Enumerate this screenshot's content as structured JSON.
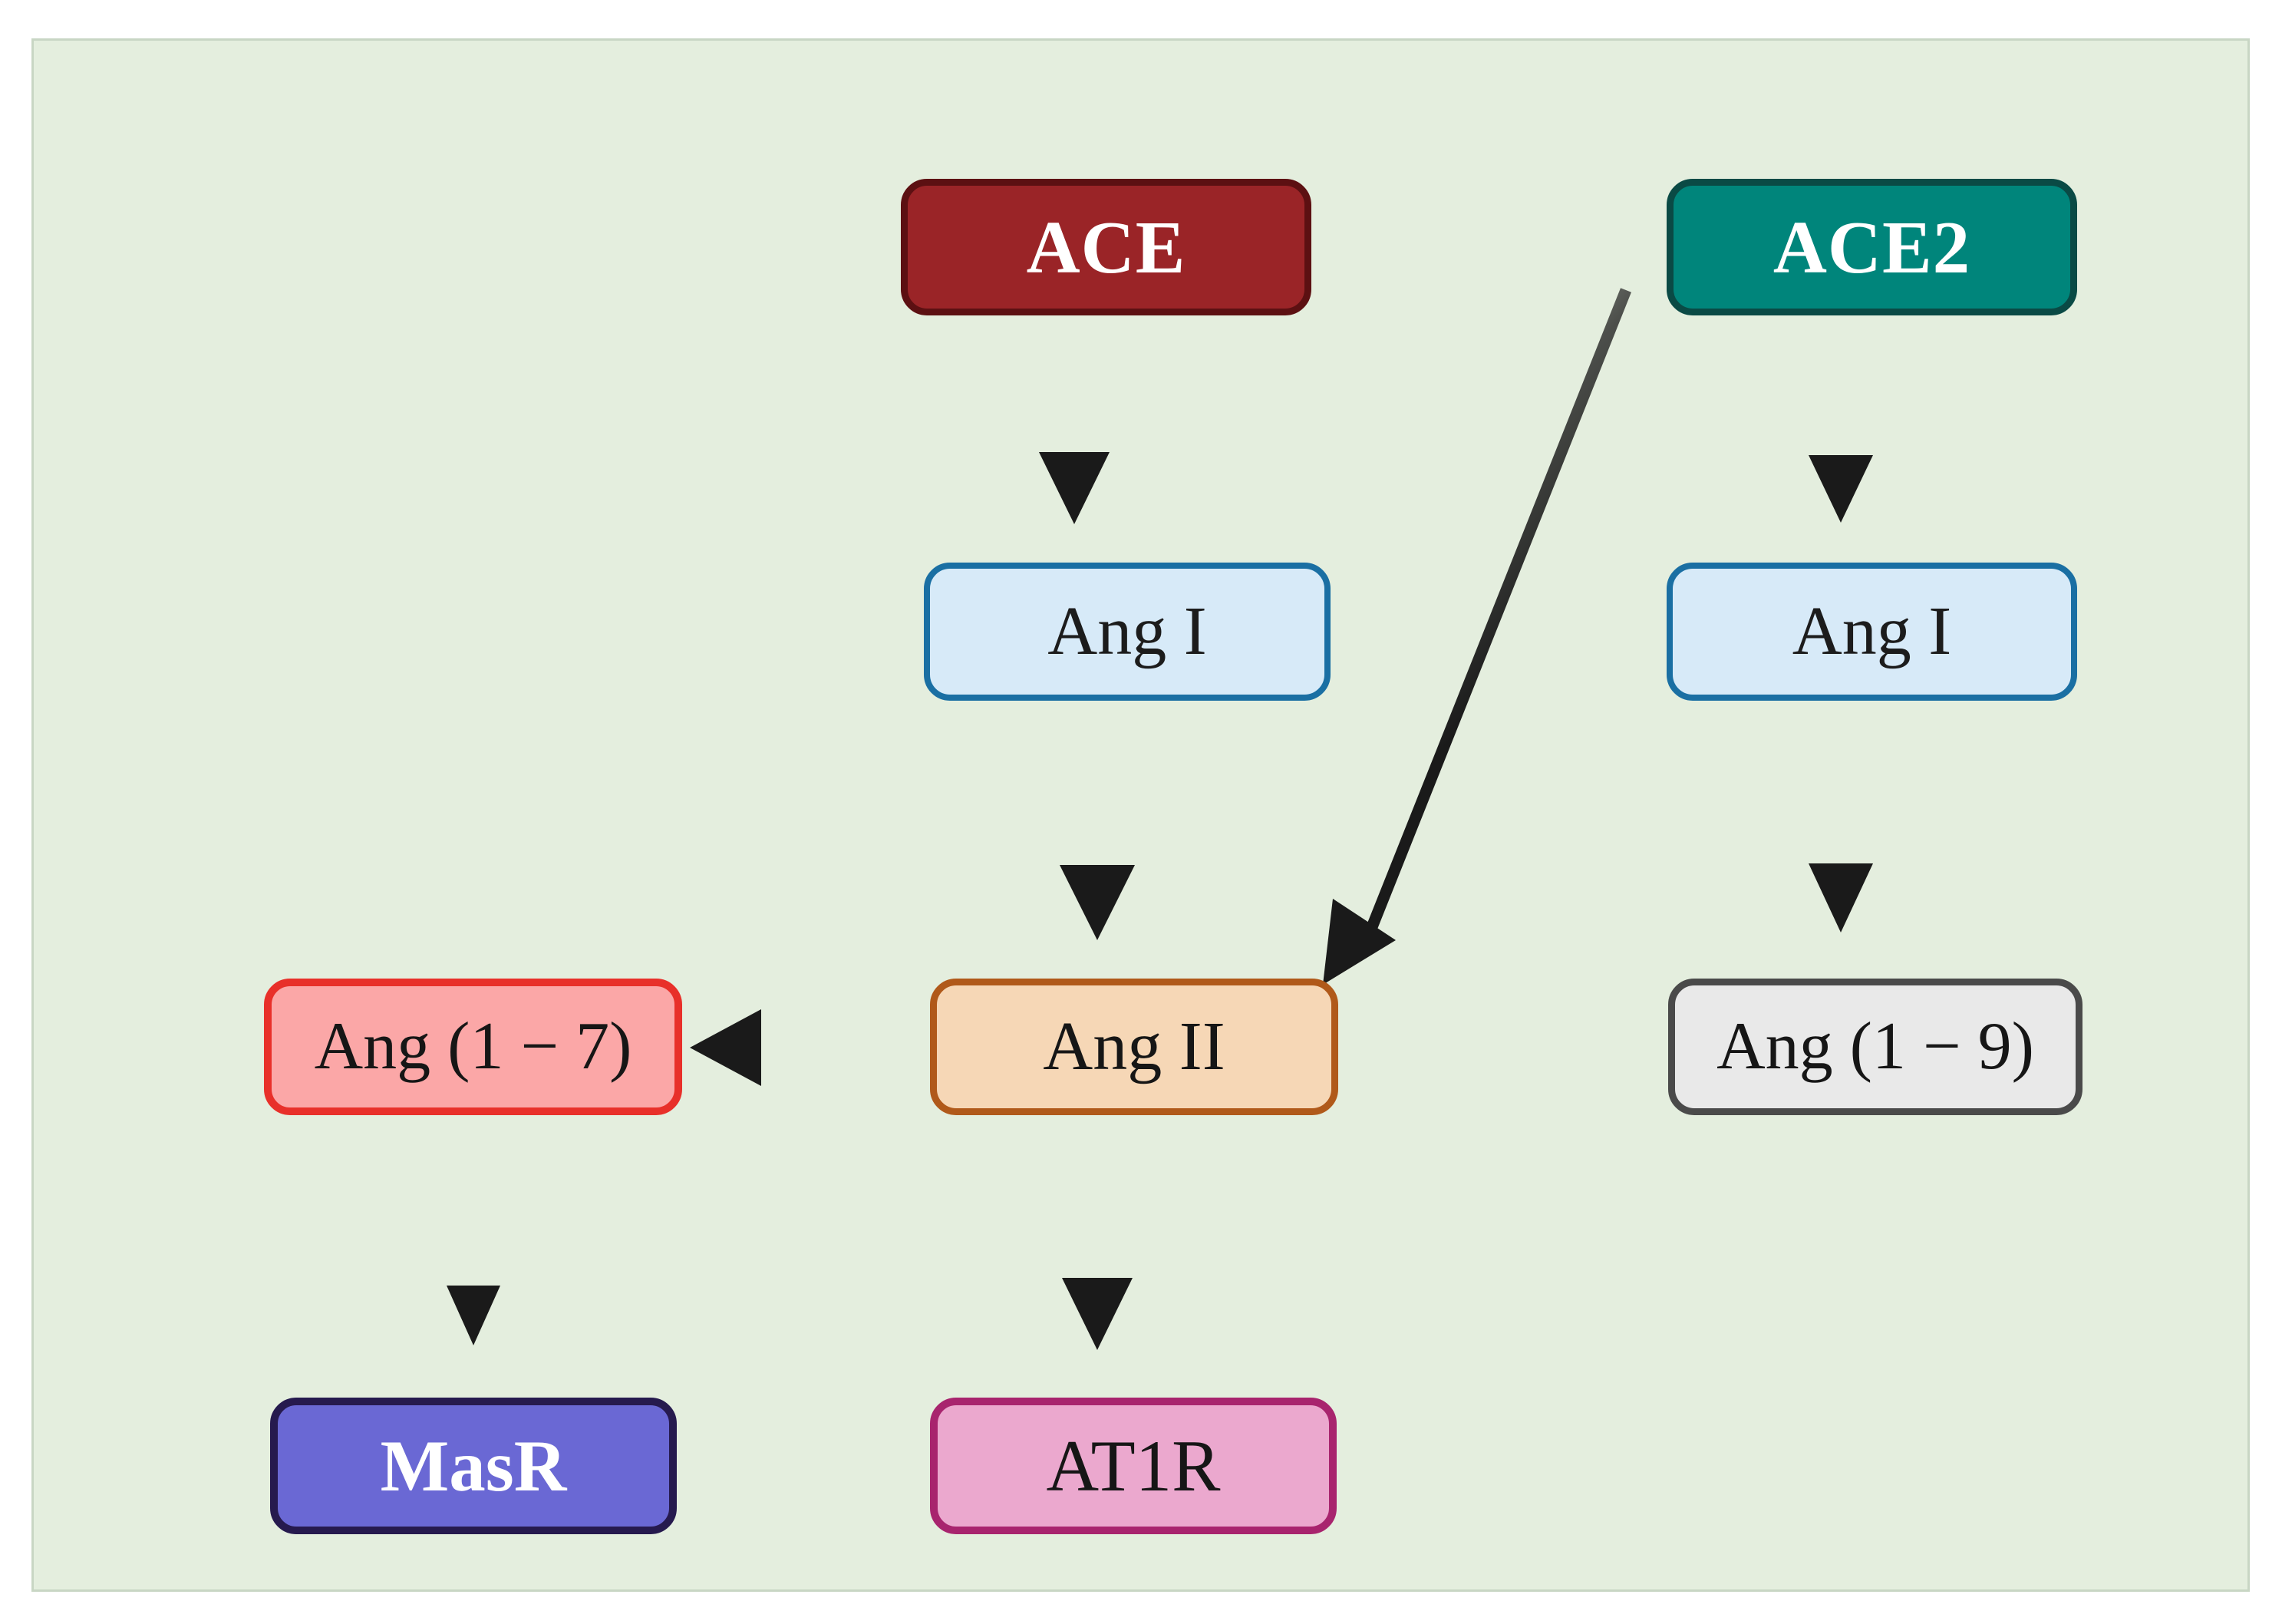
{
  "figure": {
    "title": "Renin-angiotensin system ACE / ACE2 pathway diagram",
    "background_color": "#E4EEDE",
    "frame_color": "#C8D6C4"
  },
  "nodes": {
    "ace": {
      "label": "ACE",
      "fill": "#9A2427",
      "stroke": "#5C1012",
      "text_color": "#FFFFFF"
    },
    "ace2": {
      "label": "ACE2",
      "fill": "#00857B",
      "stroke": "#0A4A45",
      "text_color": "#FFFFFF"
    },
    "ang_i_left": {
      "label": "Ang I",
      "fill": "#D7EAF8",
      "stroke": "#1A6FA3",
      "text_color": "#1C1C1C"
    },
    "ang_i_right": {
      "label": "Ang I",
      "fill": "#D7EAF8",
      "stroke": "#1A6FA3",
      "text_color": "#1C1C1C"
    },
    "ang_ii": {
      "label": "Ang II",
      "fill": "#F6D7B6",
      "stroke": "#B0591A",
      "text_color": "#161616"
    },
    "ang_1_7": {
      "label": "Ang (1 − 7)",
      "fill": "#FBA7A7",
      "stroke": "#E8302A",
      "text_color": "#161616"
    },
    "ang_1_9": {
      "label": "Ang (1 − 9)",
      "fill": "#E9E9E9",
      "stroke": "#4A4A4A",
      "text_color": "#161616"
    },
    "masr": {
      "label": "MasR",
      "fill": "#6A68D4",
      "stroke": "#261A4E",
      "text_color": "#FFFFFF"
    },
    "at1r": {
      "label": "AT1R",
      "fill": "#EBA8CE",
      "stroke": "#A8246E",
      "text_color": "#161616"
    }
  },
  "edges": [
    {
      "id": "ace-to-angi",
      "from": "ACE",
      "to": "Ang I",
      "style": "arrow-down",
      "color": "#1A1A1A"
    },
    {
      "id": "angi-to-angii",
      "from": "Ang I",
      "to": "Ang II",
      "style": "arrow-down",
      "color": "#1A1A1A"
    },
    {
      "id": "ace2-to-angii",
      "from": "ACE2",
      "to": "Ang II",
      "style": "arrow-diagonal",
      "color": "#1A1A1A"
    },
    {
      "id": "ace2-to-angi",
      "from": "ACE2",
      "to": "Ang I",
      "style": "arrow-down",
      "color": "#1A1A1A"
    },
    {
      "id": "angi-to-ang19",
      "from": "Ang I",
      "to": "Ang (1 − 9)",
      "style": "arrow-down",
      "color": "#1A1A1A"
    },
    {
      "id": "angii-to-ang17",
      "from": "Ang II",
      "to": "Ang (1 − 7)",
      "style": "arrow-left",
      "color": "#1A1A1A"
    },
    {
      "id": "ang17-to-masr",
      "from": "Ang (1 − 7)",
      "to": "MasR",
      "style": "arrow-down",
      "color": "#1A1A1A"
    },
    {
      "id": "angii-to-at1r",
      "from": "Ang II",
      "to": "AT1R",
      "style": "arrow-down",
      "color": "#1A1A1A"
    }
  ]
}
